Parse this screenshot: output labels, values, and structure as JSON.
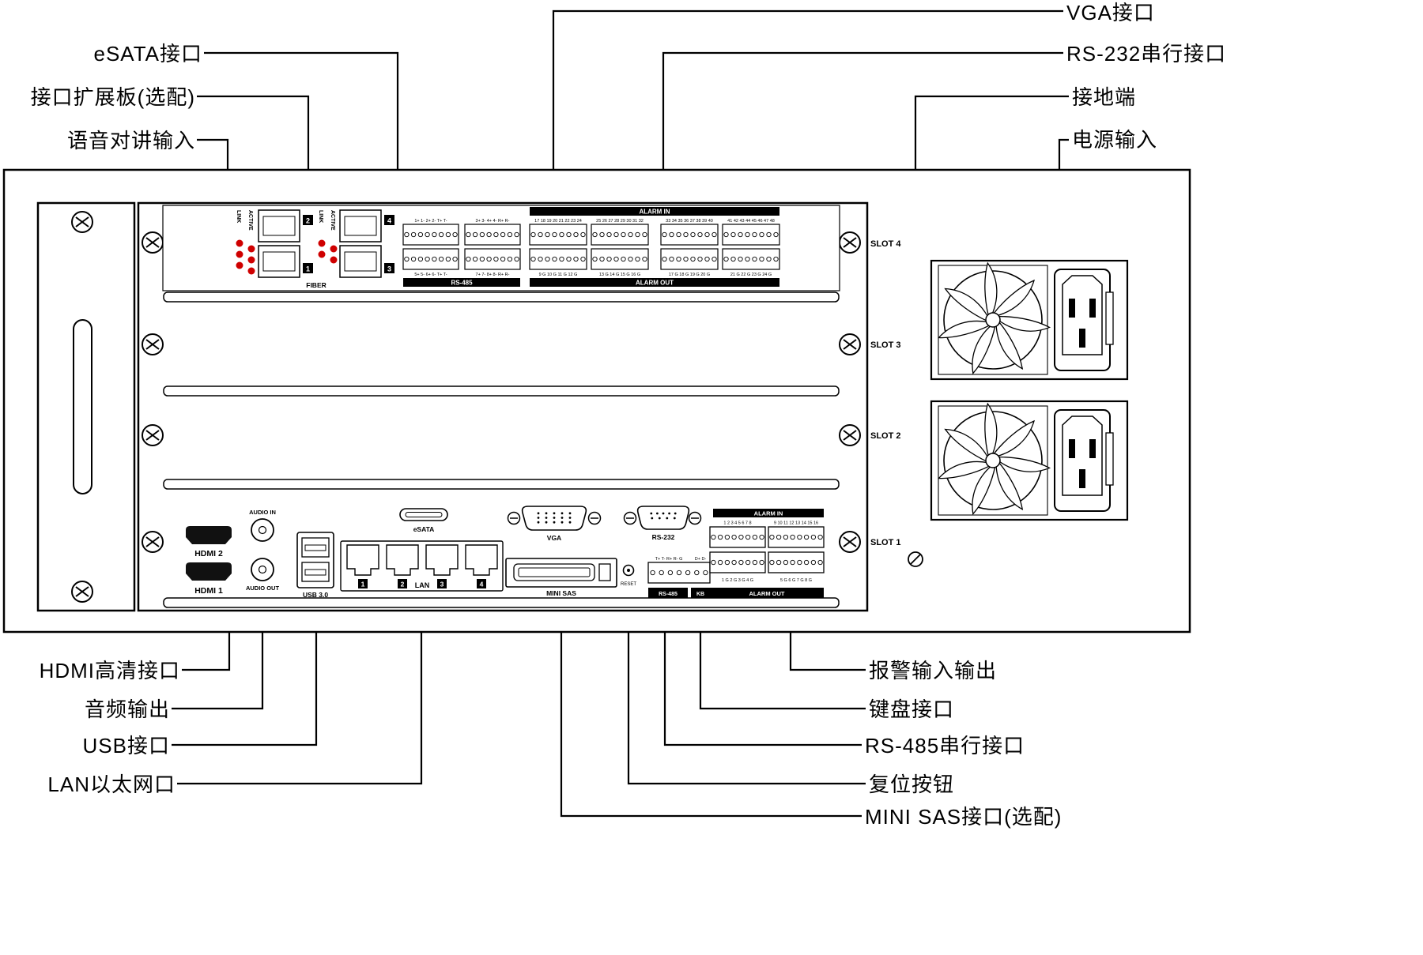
{
  "callouts": {
    "top_left": [
      {
        "label": "eSATA接口"
      },
      {
        "label": "接口扩展板(选配)"
      },
      {
        "label": "语音对讲输入"
      }
    ],
    "top_right": [
      {
        "label": "VGA接口"
      },
      {
        "label": "RS-232串行接口"
      },
      {
        "label": "接地端"
      },
      {
        "label": "电源输入"
      }
    ],
    "bottom_left": [
      {
        "label": "HDMI高清接口"
      },
      {
        "label": "音频输出"
      },
      {
        "label": "USB接口"
      },
      {
        "label": "LAN以太网口"
      }
    ],
    "bottom_right": [
      {
        "label": "报警输入输出"
      },
      {
        "label": "键盘接口"
      },
      {
        "label": "RS-485串行接口"
      },
      {
        "label": "复位按钮"
      },
      {
        "label": "MINI SAS接口(选配)"
      }
    ]
  },
  "panel": {
    "slots": [
      "SLOT 4",
      "SLOT 3",
      "SLOT 2",
      "SLOT 1"
    ],
    "card": {
      "link": "LINK",
      "active": "ACTIVE",
      "fiber": "FIBER",
      "badges": [
        "2",
        "1",
        "4",
        "3"
      ],
      "alarm_in": "ALARM IN",
      "rs485": "RS-485",
      "alarm_out": "ALARM OUT",
      "rs485_marks_top": [
        "1+ 1- 2+ 2- T+ T-",
        "3+ 3- 4+ 4- R+ R-"
      ],
      "rs485_marks_bottom": [
        "5+ 5- 6+ 6- T+ T-",
        "7+ 7- 8+ 8- R+ R-"
      ],
      "alarm_in_marks": [
        "17 18 19 20 21 22 23 24",
        "25 26 27 28 29 30 31 32",
        "33 34 35 36 37 38 39 40",
        "41 42 43 44 45 46 47 48"
      ],
      "alarm_out_marks": [
        "9 G 10 G 11 G 12 G",
        "13 G 14 G 15 G 16 G",
        "17 G 18 G 19 G 20 G",
        "21 G 22 G 23 G 24 G"
      ]
    },
    "io": {
      "hdmi2": "HDMI 2",
      "hdmi1": "HDMI 1",
      "audio_in": "AUDIO IN",
      "audio_out": "AUDIO OUT",
      "usb": "USB 3.0",
      "lan": "LAN",
      "lan_ports": [
        "1",
        "2",
        "3",
        "4"
      ],
      "esata": "eSATA",
      "vga": "VGA",
      "rs232": "RS-232",
      "mini_sas": "MINI SAS",
      "reset": "RESET",
      "rs485": "RS-485",
      "kb": "KB",
      "rs485_pins": "T+ T- R+ R- G",
      "kb_pins": "D+ D-",
      "alarm_in": "ALARM IN",
      "alarm_in_nums": [
        "1 2 3 4 5 6 7 8",
        "9 10 11 12 13 14 15 16"
      ],
      "alarm_out": "ALARM OUT",
      "alarm_out_nums": [
        "1 G 2 G 3 G 4 G",
        "5 G 6 G 7 G 8 G"
      ]
    }
  }
}
